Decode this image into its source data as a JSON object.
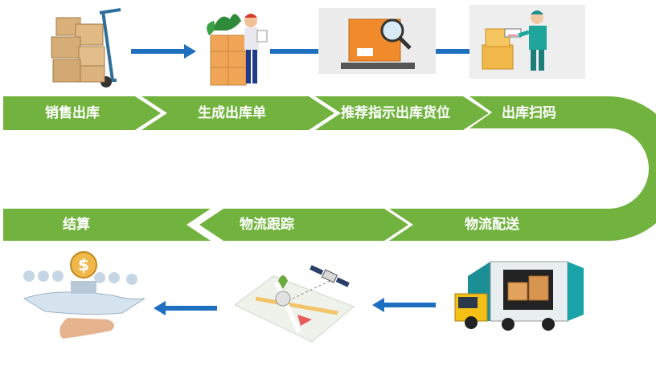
{
  "process": {
    "steps": [
      {
        "label": "销售出库"
      },
      {
        "label": "生成出库单"
      },
      {
        "label": "推荐指示出库货位"
      },
      {
        "label": "出库扫码"
      },
      {
        "label": "物流配送"
      },
      {
        "label": "物流跟踪"
      },
      {
        "label": "结算"
      }
    ]
  },
  "colors": {
    "band": "#72b33f",
    "arrow": "#1e6fc0",
    "box": "#e8a25a",
    "box_dark": "#c7823f"
  },
  "icons": {
    "step1": "boxes-on-hand-truck-icon",
    "step2": "worker-with-clipboard-icon",
    "step3": "box-inspection-magnifier-icon",
    "step4": "barcode-scanning-worker-icon",
    "step5": "delivery-truck-icon",
    "step6": "gps-tracking-map-icon",
    "step7": "payment-settlement-icon"
  }
}
